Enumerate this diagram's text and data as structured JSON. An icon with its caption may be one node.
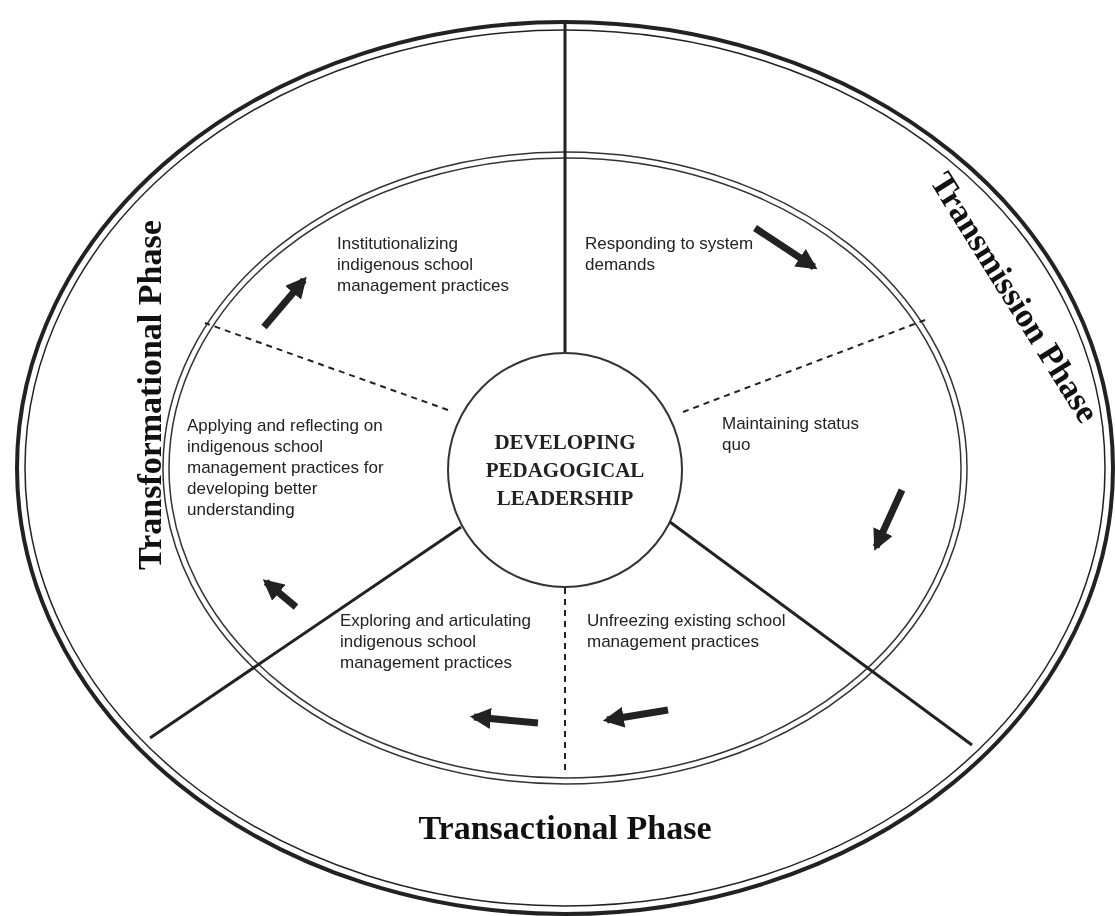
{
  "diagram": {
    "nodes": [
      {
        "text": [
          "DEVELOPING PEDAGOGICAL LEADERSHIP"
        ]
      },
      {
        "text": [
          "Responding to system demands"
        ]
      },
      {
        "text": [
          "Maintaining status quo"
        ]
      },
      {
        "text": [
          "Unfreezing existing school management practices"
        ]
      },
      {
        "text": [
          "Exploring and articulating indigenous school management practices"
        ]
      },
      {
        "text": [
          "Applying and reflecting on indigenous school management practices for developing better understanding"
        ]
      },
      {
        "text": [
          "Institutionalizing indigenous school management practices"
        ]
      },
      {
        "text": [
          "Transmission Phase"
        ]
      },
      {
        "text": [
          "Transactional Phase"
        ]
      },
      {
        "text": [
          "Transformational Phase"
        ]
      }
    ]
  }
}
